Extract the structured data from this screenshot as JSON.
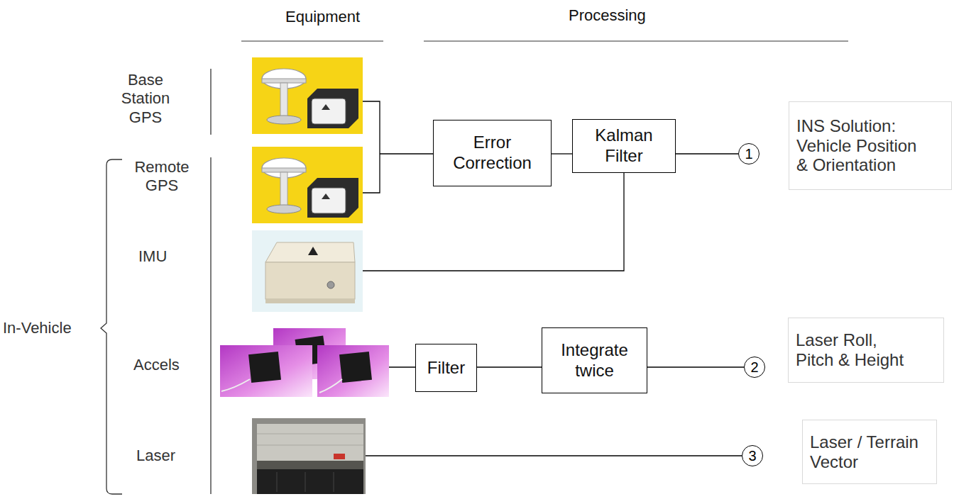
{
  "diagram": {
    "nodes": [
      {
        "text": [
          "Error Correction"
        ]
      },
      {
        "text": [
          "Kalman Filter"
        ]
      },
      {
        "text": [
          "1"
        ]
      },
      {
        "text": [
          "INS Solution: Vehicle Position & Orientation"
        ]
      },
      {
        "text": [
          "Filter"
        ]
      },
      {
        "text": [
          "Integrate twice"
        ]
      },
      {
        "text": [
          "2"
        ]
      },
      {
        "text": [
          "Laser Roll, Pitch & Height"
        ]
      },
      {
        "text": [
          "3"
        ]
      },
      {
        "text": [
          "Laser / Terrain Vector"
        ]
      }
    ],
    "edges": [
      {
        "from": 0,
        "to": 1,
        "arrow": "none"
      },
      {
        "from": 1,
        "to": 2,
        "arrow": "none"
      },
      {
        "from": 4,
        "to": 5,
        "arrow": "none"
      },
      {
        "from": 5,
        "to": 6,
        "arrow": "none"
      }
    ],
    "labels": [
      "Equipment",
      "Processing",
      "Base Station GPS",
      "Remote GPS",
      "IMU",
      "In-Vehicle",
      "Accels",
      "Laser"
    ]
  }
}
